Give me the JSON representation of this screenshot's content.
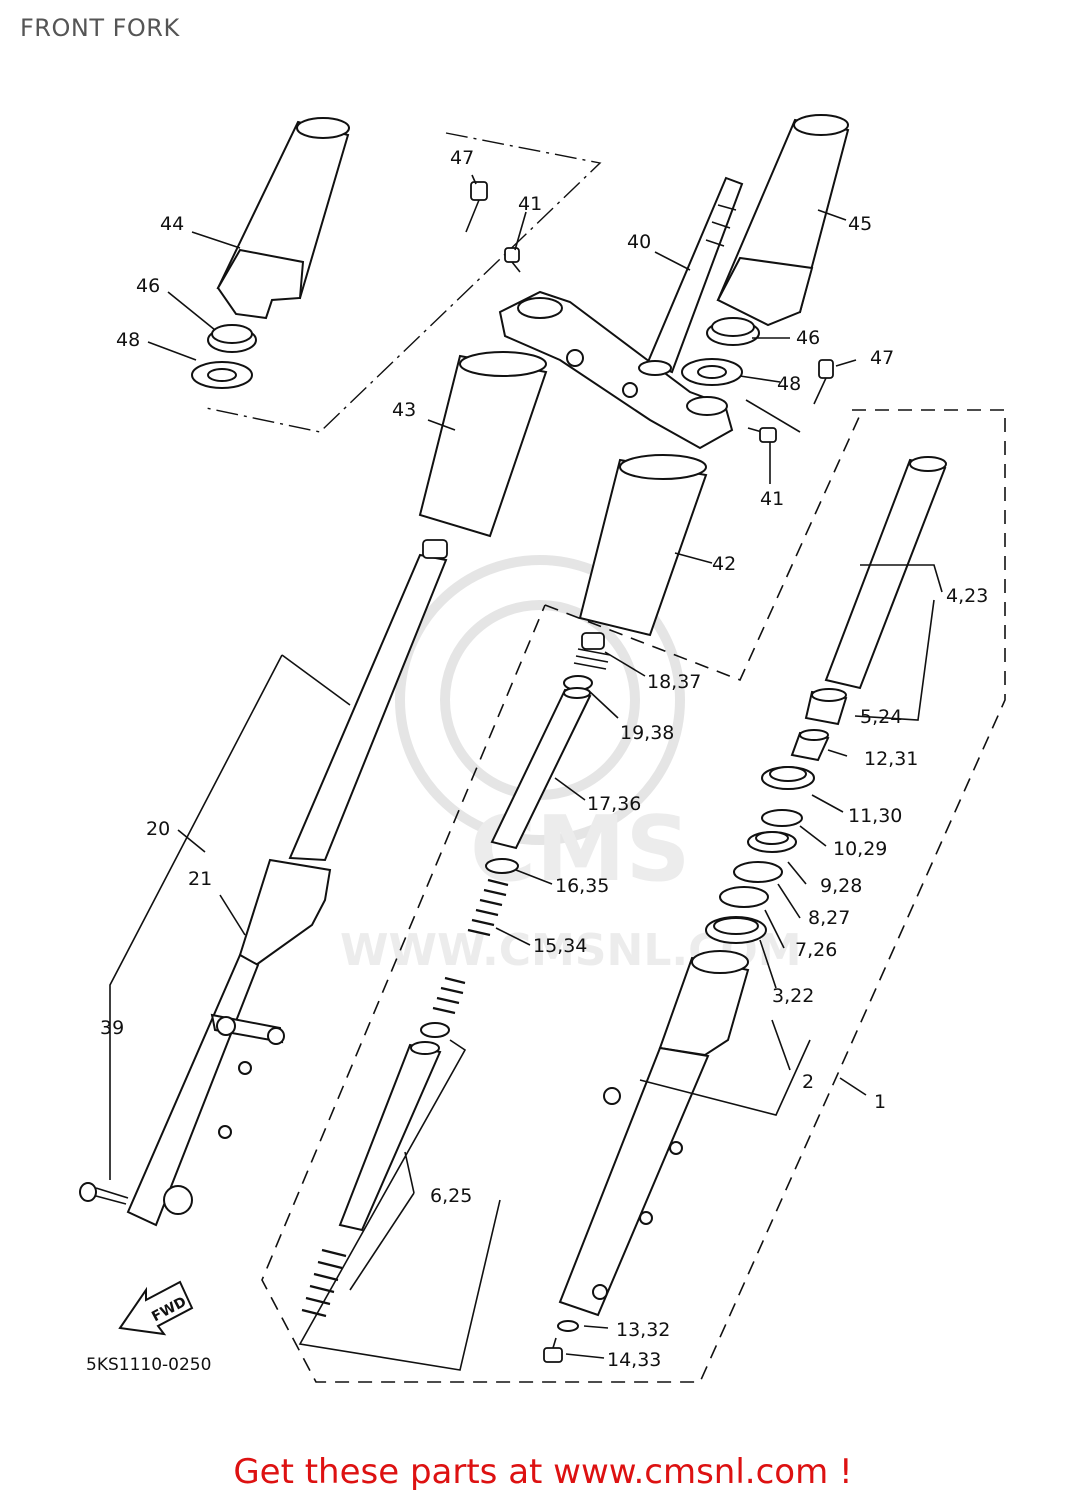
{
  "page": {
    "title": "FRONT FORK",
    "footer": "Get these parts at www.cmsnl.com !",
    "watermark_text": "WWW.CMSNL.COM",
    "watermark_brand": "CMS"
  },
  "diagram": {
    "code": "5KS1110-0250",
    "fwd_label": "FWD",
    "callouts": {
      "c1": "1",
      "c2": "2",
      "c3_22": "3,22",
      "c4_23": "4,23",
      "c5_24": "5,24",
      "c6_25": "6,25",
      "c7_26": "7,26",
      "c8_27": "8,27",
      "c9_28": "9,28",
      "c10_29": "10,29",
      "c11_30": "11,30",
      "c12_31": "12,31",
      "c13_32": "13,32",
      "c14_33": "14,33",
      "c15_34": "15,34",
      "c16_35": "16,35",
      "c17_36": "17,36",
      "c18_37": "18,37",
      "c19_38": "19,38",
      "c20": "20",
      "c21": "21",
      "c39": "39",
      "c40": "40",
      "c41a": "41",
      "c41b": "41",
      "c42": "42",
      "c43": "43",
      "c44": "44",
      "c45": "45",
      "c46a": "46",
      "c46b": "46",
      "c47a": "47",
      "c47b": "47",
      "c48a": "48",
      "c48b": "48"
    }
  }
}
